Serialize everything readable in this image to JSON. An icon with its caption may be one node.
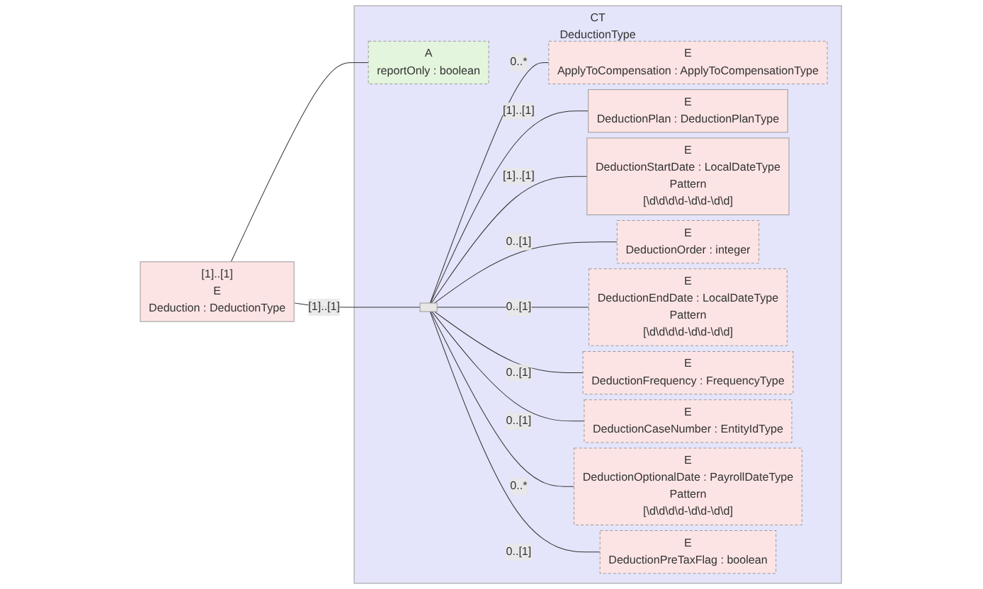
{
  "diagram": {
    "nodes": [
      {
        "text": [
          "[1]..[1]",
          "E",
          "Deduction : DeductionType"
        ]
      },
      {
        "text": [
          "CT",
          "DeductionType"
        ]
      },
      {
        "text": [
          "A",
          "reportOnly : boolean"
        ],
        "in": 1
      },
      {
        "text": [],
        "shape": "bar",
        "in": 1
      },
      {
        "text": [
          "E",
          "ApplyToCompensation : ApplyToCompensationType"
        ],
        "in": 1
      },
      {
        "text": [
          "E",
          "DeductionPlan : DeductionPlanType"
        ],
        "in": 1
      },
      {
        "text": [
          "E",
          "DeductionStartDate : LocalDateType",
          "Pattern",
          "[\\d\\d\\d\\d-\\d\\d-\\d\\d]"
        ],
        "in": 1
      },
      {
        "text": [
          "E",
          "DeductionOrder : integer"
        ],
        "in": 1
      },
      {
        "text": [
          "E",
          "DeductionEndDate : LocalDateType",
          "Pattern",
          "[\\d\\d\\d\\d-\\d\\d-\\d\\d]"
        ],
        "in": 1
      },
      {
        "text": [
          "E",
          "DeductionFrequency : FrequencyType"
        ],
        "in": 1
      },
      {
        "text": [
          "E",
          "DeductionCaseNumber : EntityIdType"
        ],
        "in": 1
      },
      {
        "text": [
          "E",
          "DeductionOptionalDate : PayrollDateType",
          "Pattern",
          "[\\d\\d\\d\\d-\\d\\d-\\d\\d]"
        ],
        "in": 1
      },
      {
        "text": [
          "E",
          "DeductionPreTaxFlag : boolean"
        ],
        "in": 1
      }
    ],
    "edges": [
      {
        "from": 0,
        "to": 2,
        "arrow": "none"
      },
      {
        "from": 0,
        "to": 3,
        "arrow": "none",
        "label": "[1]..[1]"
      },
      {
        "from": 3,
        "to": 4,
        "arrow": "none",
        "label": "0..*"
      },
      {
        "from": 3,
        "to": 5,
        "arrow": "none",
        "label": "[1]..[1]"
      },
      {
        "from": 3,
        "to": 6,
        "arrow": "none",
        "label": "[1]..[1]"
      },
      {
        "from": 3,
        "to": 7,
        "arrow": "none",
        "label": "0..[1]"
      },
      {
        "from": 3,
        "to": 8,
        "arrow": "none",
        "label": "0..[1]"
      },
      {
        "from": 3,
        "to": 9,
        "arrow": "none",
        "label": "0..[1]"
      },
      {
        "from": 3,
        "to": 10,
        "arrow": "none",
        "label": "0..[1]"
      },
      {
        "from": 3,
        "to": 11,
        "arrow": "none",
        "label": "0..*"
      },
      {
        "from": 3,
        "to": 12,
        "arrow": "none",
        "label": "0..[1]"
      }
    ]
  }
}
